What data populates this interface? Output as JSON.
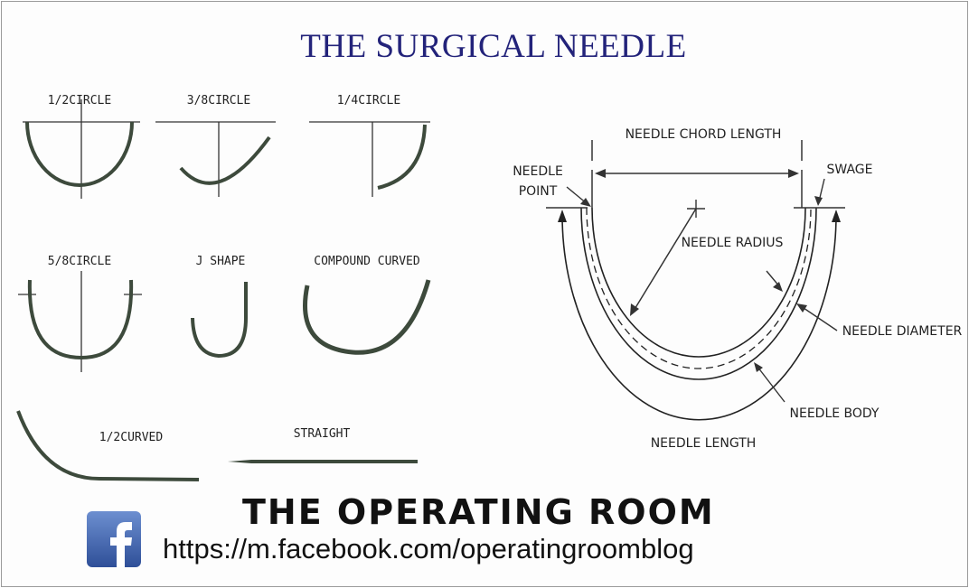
{
  "title": "THE SURGICAL NEEDLE",
  "needle_shapes": [
    {
      "label": "1/2CIRCLE"
    },
    {
      "label": "3/8CIRCLE"
    },
    {
      "label": "1/4CIRCLE"
    },
    {
      "label": "5/8CIRCLE"
    },
    {
      "label": "J SHAPE"
    },
    {
      "label": "COMPOUND CURVED"
    },
    {
      "label": "1/2CURVED"
    },
    {
      "label": "STRAIGHT"
    }
  ],
  "anatomy": {
    "chord_length": "NEEDLE CHORD LENGTH",
    "point_line1": "NEEDLE",
    "point_line2": "POINT",
    "swage": "SWAGE",
    "radius": "NEEDLE RADIUS",
    "diameter": "NEEDLE DIAMETER",
    "body": "NEEDLE BODY",
    "length": "NEEDLE LENGTH"
  },
  "footer": {
    "brand": "THE OPERATING ROOM",
    "url": "https://m.facebook.com/operatingroomblog",
    "icon": "facebook-icon"
  },
  "colors": {
    "title": "#23237a",
    "needle": "#3d4a3c",
    "facebook": "#3b5998"
  }
}
